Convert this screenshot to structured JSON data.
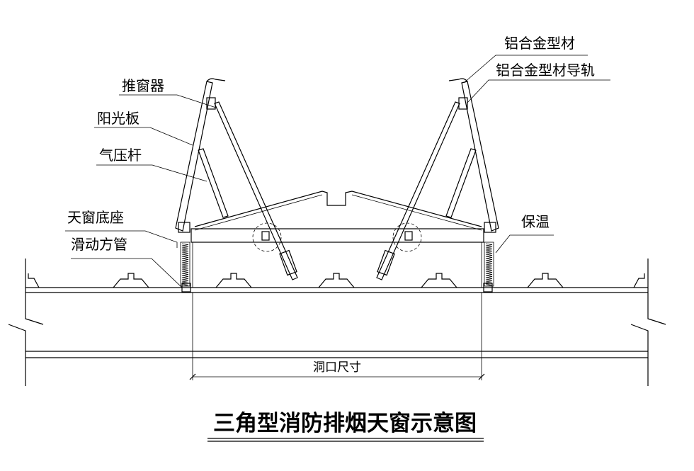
{
  "title": "三角型消防排烟天窗示意图",
  "dimension_label": "洞口尺寸",
  "labels": {
    "push_window": "推窗器",
    "sun_panel": "阳光板",
    "gas_strut": "气压杆",
    "skylight_base": "天窗底座",
    "sliding_tube": "滑动方管",
    "aluminum_profile": "铝合金型材",
    "aluminum_rail": "铝合金型材导轨",
    "insulation": "保温"
  }
}
